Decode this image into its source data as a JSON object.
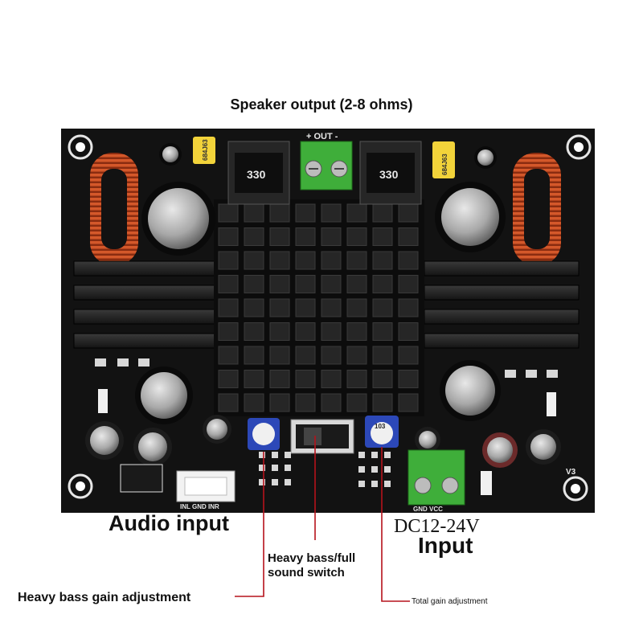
{
  "image": {
    "title": "Speaker output (2-8 ohms)",
    "board_silkscreen": {
      "out": "+ OUT -",
      "inductor_marking": "330",
      "capacitor_marking": "684J63",
      "audio_pins": "INL GND INR",
      "power_pins": "GND VCC",
      "version": "V3",
      "potentiometer_marking": "103"
    },
    "labels": {
      "audio_input": "Audio input",
      "dc_voltage": "DC12-24V",
      "power_input": "Input",
      "bass_switch": "Heavy bass/full\nsound switch",
      "bass_gain": "Heavy bass gain adjustment",
      "total_gain": "Total gain adjustment"
    },
    "colors": {
      "pcb": "#121212",
      "heatsink": "#1f1f1f",
      "terminal_block": "#3fae3a",
      "capacitor_yellow": "#f2d33a",
      "inductor_copper": "#c24a1e",
      "potentiometer_blue": "#2c48b8",
      "leader_line": "#b5121b"
    }
  }
}
